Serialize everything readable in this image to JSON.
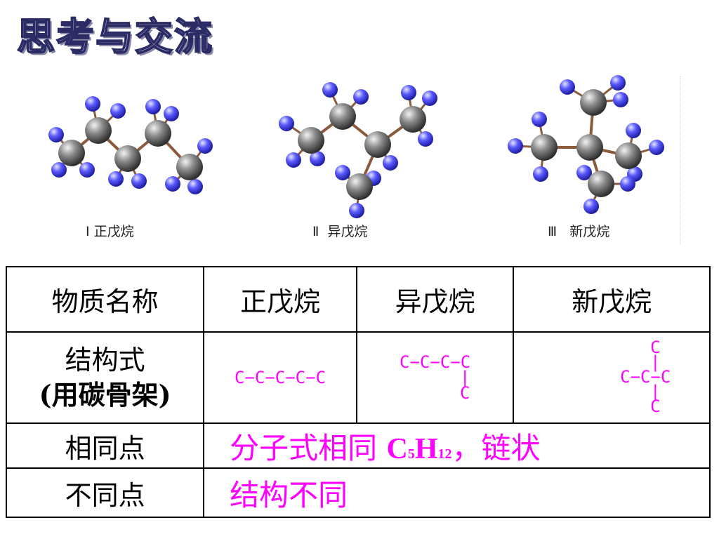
{
  "title": "思考与交流",
  "captions": [
    {
      "numeral": "Ⅰ",
      "name": "正戊烷"
    },
    {
      "numeral": "Ⅱ",
      "name": "异戊烷"
    },
    {
      "numeral": "Ⅲ",
      "name": "新戊烷"
    }
  ],
  "colors": {
    "carbon": "#6f6f6f",
    "hydrogen": "#4d4dff",
    "bond": "#8b5a3c",
    "highlight": "#ff00ff"
  },
  "table": {
    "header": [
      "物质名称",
      "正戊烷",
      "异戊烷",
      "新戊烷"
    ],
    "structure_label_line1": "结构式",
    "structure_label_line2": "(用碳骨架)",
    "skeleton_n": "C−C−C−C−C",
    "skeleton_iso_main": "C−C−C−C",
    "skeleton_iso_branch": "C",
    "skeleton_neo_top": "C",
    "skeleton_neo_mid": "C−C−C",
    "skeleton_neo_bottom": "C",
    "same_label": "相同点",
    "same_text_prefix": "分子式相同 ",
    "same_formula_C": "C",
    "same_formula_5": "5",
    "same_formula_H": "H",
    "same_formula_12": "12",
    "same_text_suffix": "，链状",
    "diff_label": "不同点",
    "diff_text": "结构不同"
  }
}
